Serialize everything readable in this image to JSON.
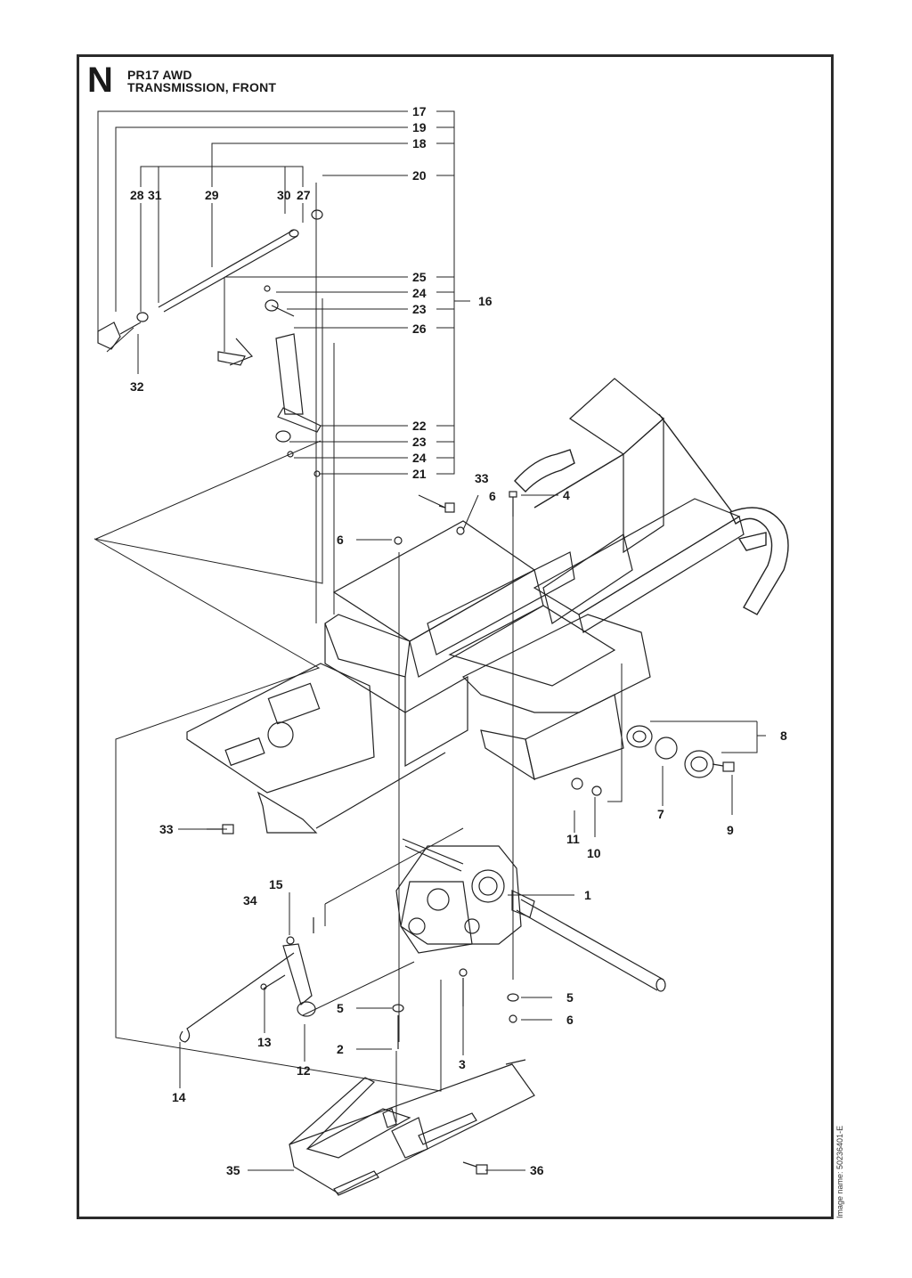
{
  "section_letter": "N",
  "model": "PR17 AWD",
  "title": "TRANSMISSION, FRONT",
  "image_name": "Image name: 50236401-E",
  "callouts": [
    "17",
    "19",
    "18",
    "20",
    "28",
    "31",
    "29",
    "30",
    "27",
    "25",
    "24",
    "16",
    "23",
    "26",
    "32",
    "22",
    "23",
    "24",
    "21",
    "33",
    "6",
    "4",
    "6",
    "8",
    "7",
    "9",
    "11",
    "10",
    "33",
    "1",
    "15",
    "34",
    "5",
    "5",
    "6",
    "13",
    "12",
    "2",
    "3",
    "14",
    "35",
    "36"
  ]
}
